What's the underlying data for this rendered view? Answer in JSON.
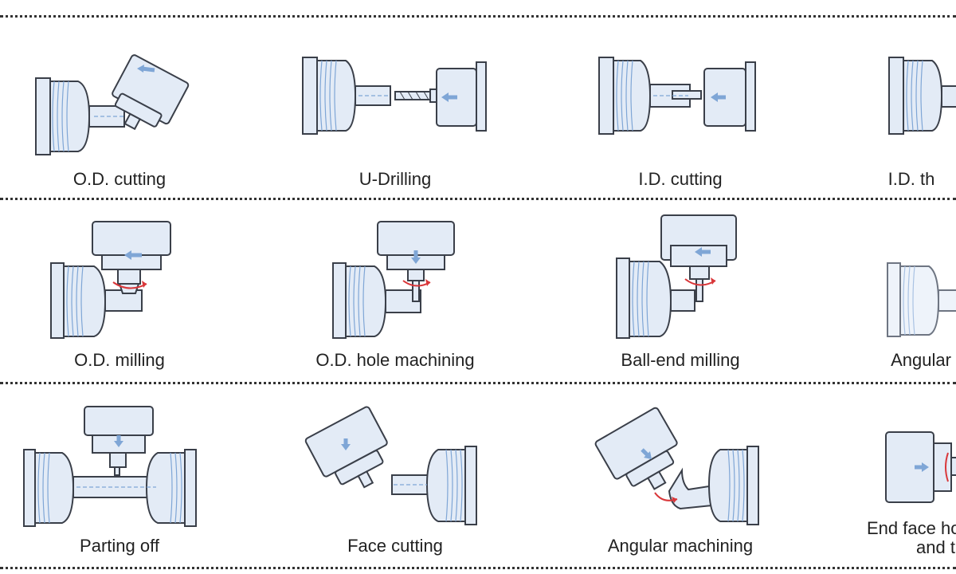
{
  "rows": [
    {
      "cells": [
        {
          "label": "O.D. cutting"
        },
        {
          "label": "U-Drilling"
        },
        {
          "label": "I.D. cutting"
        },
        {
          "label": "I.D. th"
        }
      ]
    },
    {
      "cells": [
        {
          "label": "O.D. milling"
        },
        {
          "label": "O.D. hole machining"
        },
        {
          "label": "Ball-end milling"
        },
        {
          "label": "Angular"
        }
      ]
    },
    {
      "cells": [
        {
          "label": "Parting off"
        },
        {
          "label": "Face cutting"
        },
        {
          "label": "Angular machining"
        },
        {
          "label": "End face ho",
          "label2": "and t"
        }
      ]
    }
  ],
  "colors": {
    "body_fill": "#e3ebf6",
    "outline": "#3a3f49",
    "arrow": "#7fa6d6",
    "rotation": "#d9373a",
    "separator": "#333333"
  }
}
